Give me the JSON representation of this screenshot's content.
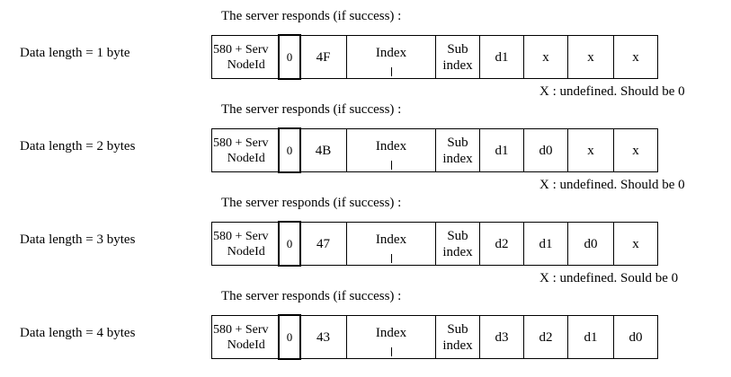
{
  "frames": [
    {
      "responds_label": "The server responds (if success) :",
      "data_length_label": "Data length = 1 byte",
      "cob_id_line1": "580 + Serv",
      "cob_id_line2": "NodeId",
      "bit0": "0",
      "command": "4F",
      "index": "Index",
      "subindex_line1": "Sub",
      "subindex_line2": "index",
      "data": [
        "d1",
        "x",
        "x",
        "x"
      ],
      "note": "X : undefined. Should be 0"
    },
    {
      "responds_label": "The server responds (if success) :",
      "data_length_label": "Data length = 2 bytes",
      "cob_id_line1": "580 + Serv",
      "cob_id_line2": "NodeId",
      "bit0": "0",
      "command": "4B",
      "index": "Index",
      "subindex_line1": "Sub",
      "subindex_line2": "index",
      "data": [
        "d1",
        "d0",
        "x",
        "x"
      ],
      "note": "X : undefined. Should be 0"
    },
    {
      "responds_label": "The server responds (if success) :",
      "data_length_label": "Data length = 3 bytes",
      "cob_id_line1": "580 + Serv",
      "cob_id_line2": "NodeId",
      "bit0": "0",
      "command": "47",
      "index": "Index",
      "subindex_line1": "Sub",
      "subindex_line2": "index",
      "data": [
        "d2",
        "d1",
        "d0",
        "x"
      ],
      "note": "X : undefined. Sould be 0"
    },
    {
      "responds_label": "The server responds (if success) :",
      "data_length_label": "Data length = 4 bytes",
      "cob_id_line1": "580 + Serv",
      "cob_id_line2": "NodeId",
      "bit0": "0",
      "command": "43",
      "index": "Index",
      "subindex_line1": "Sub",
      "subindex_line2": "index",
      "data": [
        "d3",
        "d2",
        "d1",
        "d0"
      ],
      "note": ""
    }
  ]
}
